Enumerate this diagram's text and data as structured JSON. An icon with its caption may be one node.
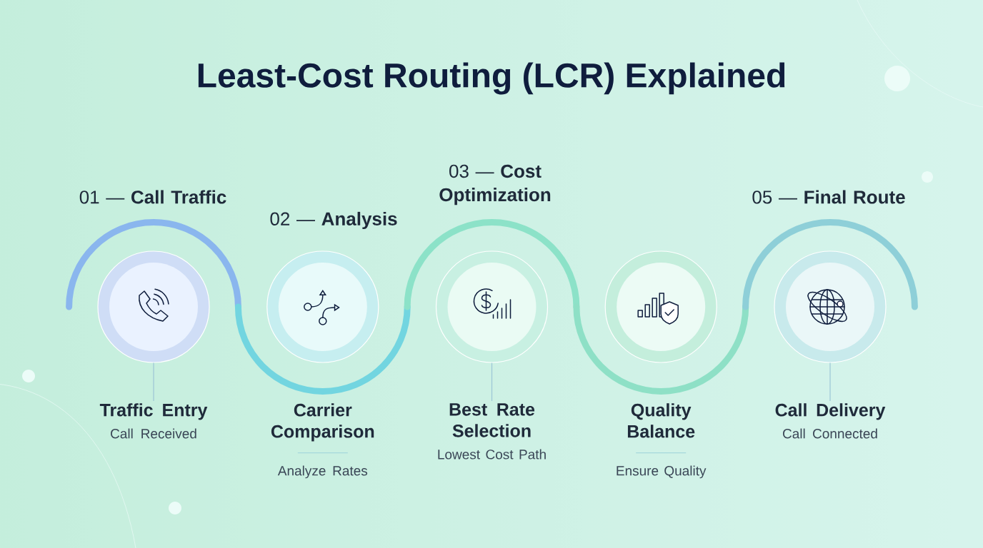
{
  "diagram": {
    "title": "Least-Cost Routing (LCR) Explained",
    "nodes": [
      {
        "text": [],
        "shape": "circle",
        "beside": [
          "01 — **Call Traffic**"
        ]
      },
      {
        "text": [],
        "shape": "circle",
        "beside": [
          "02 — **Analysis**"
        ]
      },
      {
        "text": [],
        "shape": "circle",
        "beside": [
          "03 — **Cost Optimization**"
        ]
      },
      {
        "text": [],
        "shape": "circle"
      },
      {
        "text": [],
        "shape": "circle",
        "beside": [
          "05 — **Final Route**"
        ]
      },
      {
        "text": [
          "Traffic Entry",
          "Call Received"
        ]
      },
      {
        "text": [
          "Carrier Comparison",
          "Analyze Rates"
        ]
      },
      {
        "text": [
          "Best Rate Selection",
          "Lowest Cost Path"
        ]
      },
      {
        "text": [
          "Quality Balance",
          "Ensure Quality"
        ]
      },
      {
        "text": [
          "Call Delivery",
          "Call Connected"
        ]
      }
    ],
    "edges": [
      {
        "from": 0,
        "to": 5,
        "arrow": "none"
      },
      {
        "from": 2,
        "to": 7,
        "arrow": "none"
      },
      {
        "from": 4,
        "to": 9,
        "arrow": "none"
      }
    ]
  }
}
